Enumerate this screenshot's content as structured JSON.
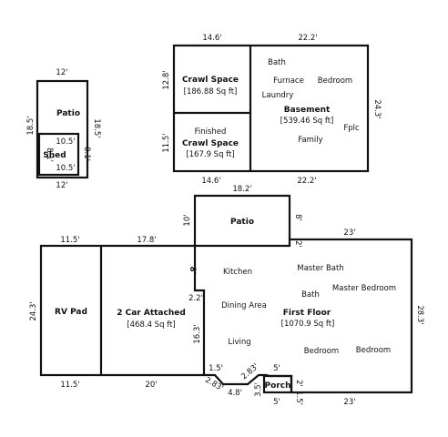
{
  "shed_block": {
    "top_dim": "12'",
    "bottom_dim": "12'",
    "left_dim": "18.5'",
    "right_dim": "18.5'",
    "patio_label": "Patio",
    "shed_label": "Shed",
    "shed_top_dim": "10.5'",
    "shed_bottom_dim": "10.5'",
    "shed_left_dim": "8.1'",
    "shed_right_dim": "8.1'"
  },
  "basement_block": {
    "top_left_dim": "14.6'",
    "top_right_dim": "22.2'",
    "bottom_left_dim": "14.6'",
    "bottom_right_dim": "22.2'",
    "left_top_dim": "12.8'",
    "left_bottom_dim": "11.5'",
    "right_dim": "24.3'",
    "crawl_space_label": "Crawl Space",
    "crawl_space_area": "[186.88 Sq ft]",
    "finished_label": "Finished",
    "finished_crawl_label": "Crawl Space",
    "finished_area": "[167.9 Sq ft]",
    "basement_label": "Basement",
    "basement_area": "[539.46 Sq ft]",
    "rooms": {
      "bath": "Bath",
      "furnace": "Furnace",
      "bedroom": "Bedroom",
      "laundry": "Laundry",
      "fplc": "Fplc",
      "family": "Family"
    }
  },
  "main_block": {
    "patio_label": "Patio",
    "patio_top_dim": "18.2'",
    "patio_left_dim": "10'",
    "patio_right_dim": "8'",
    "rv_top_dim": "11.5'",
    "rv_bottom_dim": "11.5'",
    "rv_left_dim": "24.3'",
    "rv_label": "RV Pad",
    "garage_top_dim": "17.8'",
    "garage_bottom_dim": "20'",
    "garage_label": "2 Car Attached",
    "garage_area": "[468.4 Sq ft]",
    "house_left_8": "8'",
    "house_left_22": "2.2'",
    "house_left_163": "16.3'",
    "step_2": "2'",
    "house_top_right_dim": "23'",
    "house_right_dim": "28.3'",
    "house_bottom_right_dim": "23'",
    "dim_15": "1.5'",
    "dim_283_a": "2.83'",
    "dim_283_b": "2.83'",
    "dim_48": "4.8'",
    "dim_35": "3.5'",
    "porch_label": "Porch",
    "porch_top_dim": "5'",
    "porch_bottom_dim": "5'",
    "porch_right_2": "2'",
    "porch_right_15": "1.5'",
    "first_floor_label": "First Floor",
    "first_floor_area": "[1070.9 Sq ft]",
    "rooms": {
      "kitchen": "Kitchen",
      "master_bath": "Master Bath",
      "bath": "Bath",
      "master_bedroom": "Master Bedroom",
      "dining": "Dining Area",
      "living": "Living",
      "bedroom1": "Bedroom",
      "bedroom2": "Bedroom"
    }
  }
}
